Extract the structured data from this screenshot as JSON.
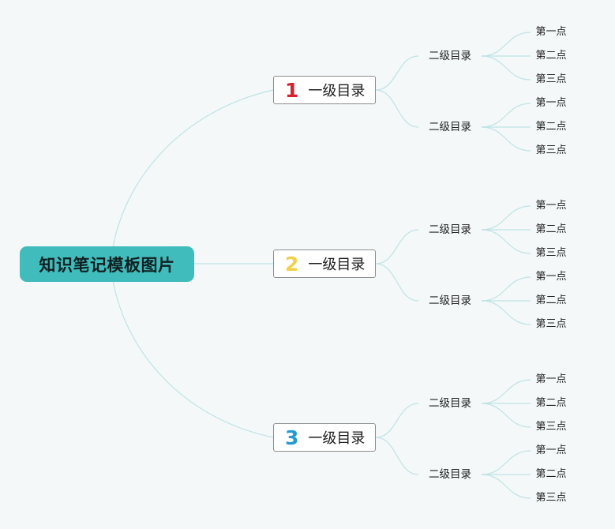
{
  "root": {
    "label": "知识笔记模板图片"
  },
  "branches": [
    {
      "number": "1",
      "color": "#d8202c",
      "label": "一级目录",
      "children": [
        {
          "label": "二级目录",
          "points": [
            "第一点",
            "第二点",
            "第三点"
          ]
        },
        {
          "label": "二级目录",
          "points": [
            "第一点",
            "第二点",
            "第三点"
          ]
        }
      ]
    },
    {
      "number": "2",
      "color": "#f2d04a",
      "label": "一级目录",
      "children": [
        {
          "label": "二级目录",
          "points": [
            "第一点",
            "第二点",
            "第三点"
          ]
        },
        {
          "label": "二级目录",
          "points": [
            "第一点",
            "第二点",
            "第三点"
          ]
        }
      ]
    },
    {
      "number": "3",
      "color": "#1f9bd8",
      "label": "一级目录",
      "children": [
        {
          "label": "二级目录",
          "points": [
            "第一点",
            "第二点",
            "第三点"
          ]
        },
        {
          "label": "二级目录",
          "points": [
            "第一点",
            "第二点",
            "第三点"
          ]
        }
      ]
    }
  ],
  "colors": {
    "root_fill": "#40bcbd",
    "connector": "#bfe3e4",
    "background": "#f4f8f9"
  }
}
